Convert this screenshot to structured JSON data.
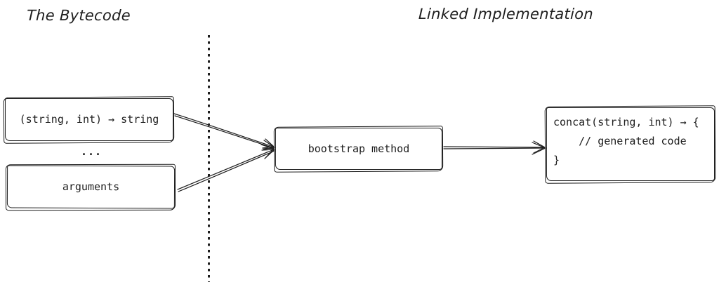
{
  "canvas": {
    "background": "#ffffff",
    "stroke_color": "#1e1e1e"
  },
  "sections": {
    "bytecode": {
      "title": "The Bytecode",
      "method_type_box": {
        "label": "(string, int) → string"
      },
      "ellipsis": "...",
      "arguments_box": {
        "label": "arguments"
      }
    },
    "linked": {
      "title": "Linked Implementation",
      "bootstrap_box": {
        "label": "bootstrap method"
      },
      "generated_code_box": {
        "code": "concat(string, int) → {\n    // generated code\n}"
      }
    }
  }
}
